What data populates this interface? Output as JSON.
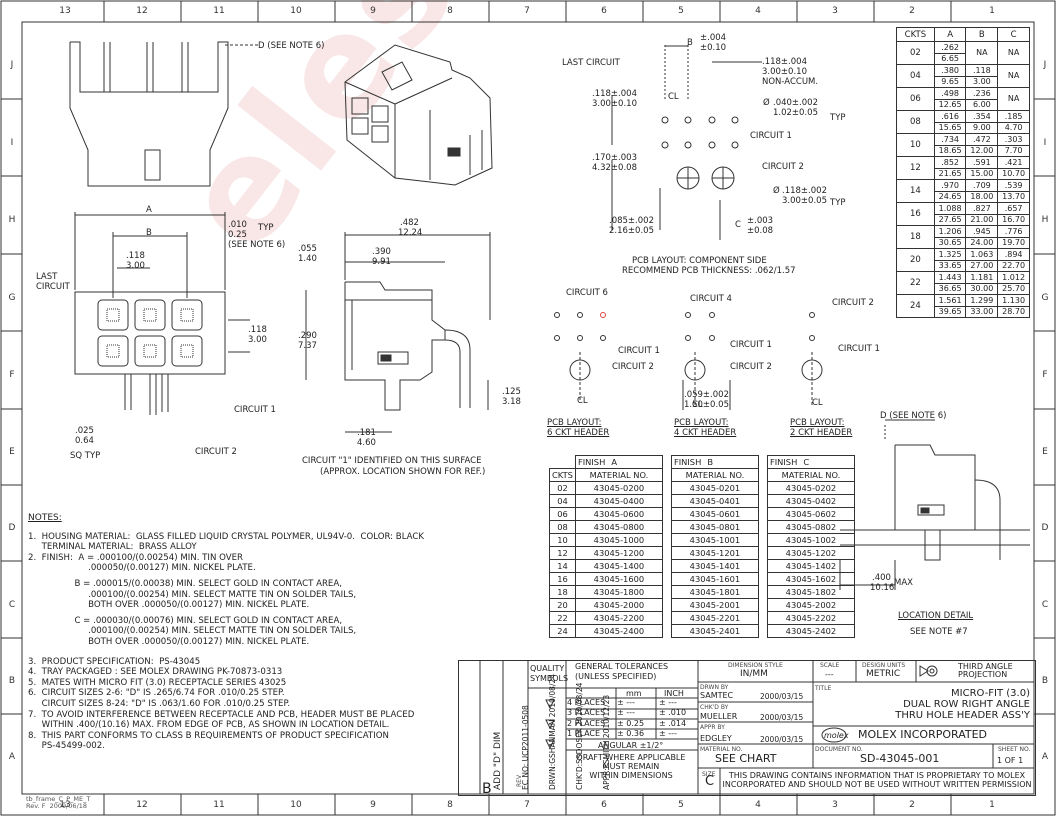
{
  "zones": {
    "top": [
      "13",
      "12",
      "11",
      "10",
      "9",
      "8",
      "7",
      "6",
      "5",
      "4",
      "3",
      "2",
      "1"
    ],
    "side": [
      "J",
      "I",
      "H",
      "G",
      "F",
      "E",
      "D",
      "C",
      "B",
      "A"
    ]
  },
  "drawing_labels": {
    "d_note6_top": "D (SEE NOTE 6)",
    "a": "A",
    "b": "B",
    "dim_010": ".010",
    "dim_025": "0.25",
    "typ": "TYP",
    "see_note6": "(SEE NOTE 6)",
    "dim_118a": ".118",
    "dim_300a": "3.00",
    "last_circuit": "LAST\nCIRCUIT",
    "dim_118b": ".118",
    "dim_300b": "3.00",
    "circuit1": "CIRCUIT 1",
    "circuit2": "CIRCUIT 2",
    "dim_025b": ".025",
    "dim_064": "0.64",
    "sq_typ": "SQ TYP",
    "dim_482": ".482",
    "dim_1224": "12.24",
    "dim_390": ".390",
    "dim_991": "9.91",
    "dim_055": ".055",
    "dim_140": "1.40",
    "dim_290": ".290",
    "dim_737": "7.37",
    "dim_125": ".125",
    "dim_318": "3.18",
    "dim_181": ".181",
    "dim_460": "4.60",
    "circuit1_note": "CIRCUIT \"1\" IDENTIFIED ON THIS SURFACE",
    "approx_loc": "(APPROX. LOCATION SHOWN FOR REF.)",
    "b_dim": "B",
    "b_tol1": "±.004",
    "b_tol2": "±0.10",
    "last_circuit_pcb": "LAST CIRCUIT",
    "dim_118c": ".118±.004",
    "dim_300c": "3.00±0.10",
    "dim_118d": ".118±.004",
    "dim_300d": "3.00±0.10",
    "non_accum": "NON-ACCUM.",
    "cl": "CL",
    "dim_040": ".040±.002",
    "dim_102": "1.02±0.05",
    "dia": "Ø",
    "typ2": "TYP",
    "circuit1_pcb": "CIRCUIT 1",
    "circuit2_pcb": "CIRCUIT 2",
    "dim_170": ".170±.003",
    "dim_432": "4.32±0.08",
    "dim_118e": ".118±.002",
    "dim_300e": "3.00±0.05",
    "dia2": "Ø",
    "typ3": "TYP",
    "dim_085": ".085±.002",
    "dim_216": "2.16±0.05",
    "c_dim": "C",
    "dim_003": "±.003",
    "dim_008": "±0.08",
    "pcb_layout": "PCB LAYOUT: COMPONENT SIDE",
    "recommend": "RECOMMEND PCB THICKNESS: .062/1.57",
    "circuit6": "CIRCUIT 6",
    "circuit4": "CIRCUIT 4",
    "circuit2b": "CIRCUIT 2",
    "circuit1b": "CIRCUIT 1",
    "circuit1c": "CIRCUIT 1",
    "circuit1d": "CIRCUIT 1",
    "circuit2c": "CIRCUIT 2",
    "circuit2d": "CIRCUIT 2",
    "cl2": "CL",
    "cl3": "CL",
    "cl4": "CL",
    "dim_059": ".059±.002",
    "dim_150": "1.50±0.05",
    "pcb_6": "PCB LAYOUT:\n6 CKT HEADER",
    "pcb_4": "PCB LAYOUT:\n4 CKT HEADER",
    "pcb_2": "PCB LAYOUT:\n2 CKT HEADER",
    "d_note6_side": "D (SEE NOTE 6)",
    "dim_400": ".400",
    "dim_1016": "10.16",
    "max": "MAX",
    "location_detail": "LOCATION DETAIL",
    "see_note7": "SEE NOTE #7"
  },
  "dim_table": {
    "headers": [
      "CKTS",
      "A",
      "B",
      "C"
    ],
    "rows": [
      {
        "ckts": "02",
        "a1": ".262",
        "a2": "6.65",
        "b1": "NA",
        "b2": "",
        "c1": "NA",
        "c2": ""
      },
      {
        "ckts": "04",
        "a1": ".380",
        "a2": "9.65",
        "b1": ".118",
        "b2": "3.00",
        "c1": "NA",
        "c2": ""
      },
      {
        "ckts": "06",
        "a1": ".498",
        "a2": "12.65",
        "b1": ".236",
        "b2": "6.00",
        "c1": "NA",
        "c2": ""
      },
      {
        "ckts": "08",
        "a1": ".616",
        "a2": "15.65",
        "b1": ".354",
        "b2": "9.00",
        "c1": ".185",
        "c2": "4.70"
      },
      {
        "ckts": "10",
        "a1": ".734",
        "a2": "18.65",
        "b1": ".472",
        "b2": "12.00",
        "c1": ".303",
        "c2": "7.70"
      },
      {
        "ckts": "12",
        "a1": ".852",
        "a2": "21.65",
        "b1": ".591",
        "b2": "15.00",
        "c1": ".421",
        "c2": "10.70"
      },
      {
        "ckts": "14",
        "a1": ".970",
        "a2": "24.65",
        "b1": ".709",
        "b2": "18.00",
        "c1": ".539",
        "c2": "13.70"
      },
      {
        "ckts": "16",
        "a1": "1.088",
        "a2": "27.65",
        "b1": ".827",
        "b2": "21.00",
        "c1": ".657",
        "c2": "16.70"
      },
      {
        "ckts": "18",
        "a1": "1.206",
        "a2": "30.65",
        "b1": ".945",
        "b2": "24.00",
        "c1": ".776",
        "c2": "19.70"
      },
      {
        "ckts": "20",
        "a1": "1.325",
        "a2": "33.65",
        "b1": "1.063",
        "b2": "27.00",
        "c1": ".894",
        "c2": "22.70"
      },
      {
        "ckts": "22",
        "a1": "1.443",
        "a2": "36.65",
        "b1": "1.181",
        "b2": "30.00",
        "c1": "1.012",
        "c2": "25.70"
      },
      {
        "ckts": "24",
        "a1": "1.561",
        "a2": "39.65",
        "b1": "1.299",
        "b2": "33.00",
        "c1": "1.130",
        "c2": "28.70"
      }
    ]
  },
  "finish_table": {
    "h_finish": [
      "FINISH",
      "A",
      "FINISH",
      "B",
      "FINISH",
      "C"
    ],
    "h_ckts": "CKTS",
    "h_mat": "MATERIAL NO.",
    "rows": [
      {
        "ckts": "02",
        "a": "43045-0200",
        "b": "43045-0201",
        "c": "43045-0202"
      },
      {
        "ckts": "04",
        "a": "43045-0400",
        "b": "43045-0401",
        "c": "43045-0402"
      },
      {
        "ckts": "06",
        "a": "43045-0600",
        "b": "43045-0601",
        "c": "43045-0602"
      },
      {
        "ckts": "08",
        "a": "43045-0800",
        "b": "43045-0801",
        "c": "43045-0802"
      },
      {
        "ckts": "10",
        "a": "43045-1000",
        "b": "43045-1001",
        "c": "43045-1002"
      },
      {
        "ckts": "12",
        "a": "43045-1200",
        "b": "43045-1201",
        "c": "43045-1202"
      },
      {
        "ckts": "14",
        "a": "43045-1400",
        "b": "43045-1401",
        "c": "43045-1402"
      },
      {
        "ckts": "16",
        "a": "43045-1600",
        "b": "43045-1601",
        "c": "43045-1602"
      },
      {
        "ckts": "18",
        "a": "43045-1800",
        "b": "43045-1801",
        "c": "43045-1802"
      },
      {
        "ckts": "20",
        "a": "43045-2000",
        "b": "43045-2001",
        "c": "43045-2002"
      },
      {
        "ckts": "22",
        "a": "43045-2200",
        "b": "43045-2201",
        "c": "43045-2202"
      },
      {
        "ckts": "24",
        "a": "43045-2400",
        "b": "43045-2401",
        "c": "43045-2402"
      }
    ]
  },
  "notes": {
    "title": "NOTES:",
    "lines": [
      "1.  HOUSING MATERIAL:  GLASS FILLED LIQUID CRYSTAL POLYMER, UL94V-0.  COLOR: BLACK",
      "     TERMINAL MATERIAL:  BRASS ALLOY",
      "2.  FINISH:  A = .000100/(0.00254) MIN. TIN OVER",
      "                      .000050/(0.00127) MIN. NICKEL PLATE.",
      "",
      "                 B = .000015/(0.00038) MIN. SELECT GOLD IN CONTACT AREA,",
      "                      .000100/(0.00254) MIN. SELECT MATTE TIN ON SOLDER TAILS,",
      "                      BOTH OVER .000050/(0.00127) MIN. NICKEL PLATE.",
      "",
      "                 C = .000030/(0.00076) MIN. SELECT GOLD IN CONTACT AREA,",
      "                      .000100/(0.00254) MIN. SELECT MATTE TIN ON SOLDER TAILS,",
      "                      BOTH OVER .000050/(0.00127) MIN. NICKEL PLATE.",
      "",
      "3.  PRODUCT SPECIFICATION:  PS-43045",
      "4.  TRAY PACKAGED : SEE MOLEX DRAWING PK-70873-0313",
      "5.  MATES WITH MICRO FIT (3.0) RECEPTACLE SERIES 43025",
      "6.  CIRCUIT SIZES 2-6: \"D\" IS .265/6.74 FOR .010/0.25 STEP.",
      "     CIRCUIT SIZES 8-24: \"D\" IS .063/1.60 FOR .010/0.25 STEP.",
      "7.  TO AVOID INTERFERENCE BETWEEN RECEPTACLE AND PCB, HEADER MUST BE PLACED",
      "     WITHIN .400/(10.16) MAX. FROM EDGE OF PCB, AS SHOWN IN LOCATION DETAIL.",
      "8.  THIS PART CONFORMS TO CLASS B REQUIREMENTS OF PRODUCT SPECIFICATION",
      "     PS-45499-002."
    ]
  },
  "title_block": {
    "rev_col": [
      "ADD \"D\" DIM",
      "EC NO: UCP2011-0508",
      "DRWN:GSHANMAN 2010/08/24",
      "CHK'D:SSDOSEK 2010/08/24",
      "APPR:FSMITH 2010/12/23"
    ],
    "rev_label": "REV",
    "b_letter": "B",
    "quality": "QUALITY",
    "symbols": "SYMBOLS",
    "gen_tol": "GENERAL TOLERANCES",
    "unless": "(UNLESS SPECIFIED)",
    "mm": "mm",
    "inch": "INCH",
    "tol_rows": [
      {
        "label": "4 PLACES",
        "mm": "±  ---",
        "inch": "±  ---"
      },
      {
        "label": "3 PLACES",
        "mm": "±  ---",
        "inch": "± .010"
      },
      {
        "label": "2 PLACES",
        "mm": "± 0.25",
        "inch": "± .014"
      },
      {
        "label": "1 PLACE",
        "mm": "± 0.36",
        "inch": "±  ---"
      }
    ],
    "angular": "ANGULAR ±1/2°",
    "draft": "DRAFT WHERE APPLICABLE\nMUST REMAIN\nWITHIN DIMENSIONS",
    "dim_style_lbl": "DIMENSION STYLE",
    "dim_style": "IN/MM",
    "scale_lbl": "SCALE",
    "scale": "---",
    "design_units_lbl": "DESIGN UNITS",
    "design_units": "METRIC",
    "projection": "THIRD ANGLE\nPROJECTION",
    "drwn_lbl": "DRWN BY",
    "drwn": "SAMTEC",
    "drwn_date": "2000/03/15",
    "chk_lbl": "CHK'D BY",
    "chk": "MUELLER",
    "chk_date": "2000/03/15",
    "appr_lbl": "APPR BY",
    "appr": "EDGLEY",
    "appr_date": "2000/03/15",
    "title_lbl": "TITLE",
    "title": "MICRO-FIT (3.0)\nDUAL ROW RIGHT ANGLE\nTHRU HOLE HEADER ASS'Y",
    "molex_logo": "molex",
    "company": "MOLEX INCORPORATED",
    "material_lbl": "MATERIAL NO.",
    "material": "SEE CHART",
    "doc_lbl": "DOCUMENT NO.",
    "doc": "SD-43045-001",
    "sheet_lbl": "SHEET NO.",
    "sheet": "1 OF 1",
    "size_lbl": "SIZE",
    "size": "C",
    "proprietary": "THIS DRAWING CONTAINS INFORMATION THAT IS PROPRIETARY TO MOLEX\nINCORPORATED AND SHOULD NOT BE USED WITHOUT WRITTEN PERMISSION",
    "frame_id": "tb_frame_C_P_ME_T\nRev. F  2009/06/18"
  },
  "watermark": "elesoog.com"
}
